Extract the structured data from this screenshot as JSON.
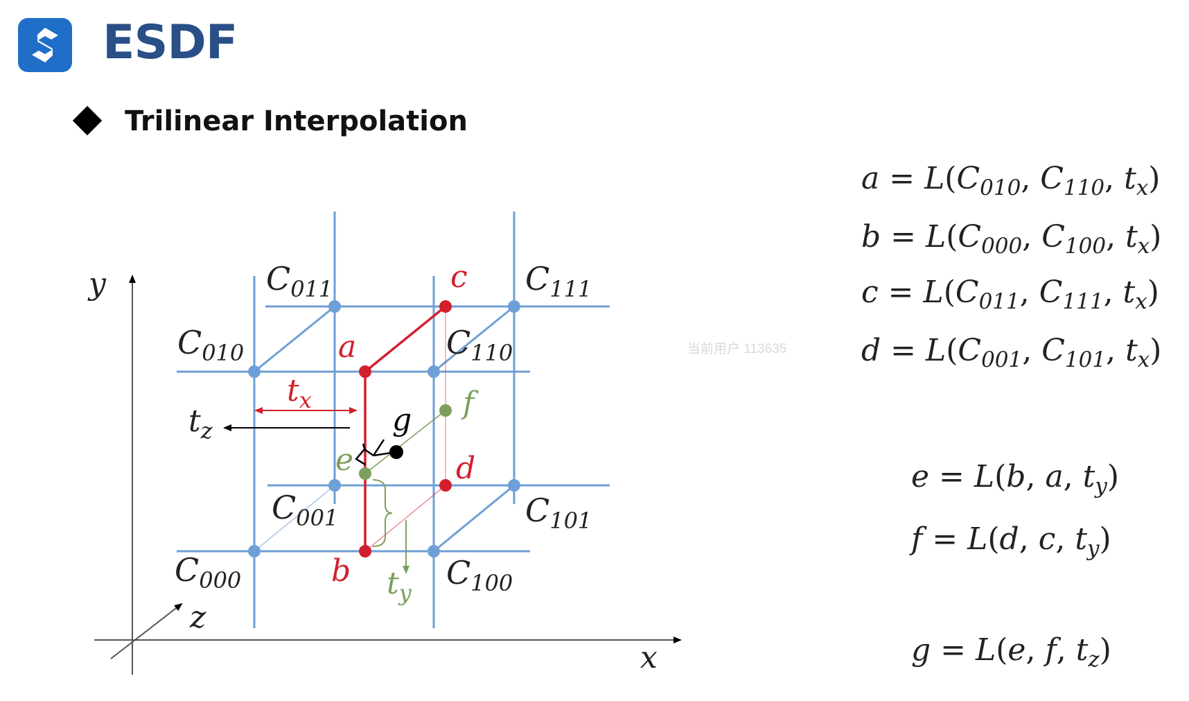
{
  "header": {
    "title": "ESDF",
    "logo_icon": "s-logo-icon",
    "logo_color": "#1f6fc9",
    "title_color": "#2a4f86"
  },
  "section": {
    "bullet_icon": "diamond-bullet-icon",
    "heading": "Trilinear Interpolation"
  },
  "watermark": "当前用户 113635",
  "diagram": {
    "axes": {
      "x": "x",
      "y": "y",
      "z": "z"
    },
    "corners": {
      "c000": {
        "main": "C",
        "sub": "000"
      },
      "c001": {
        "main": "C",
        "sub": "001"
      },
      "c010": {
        "main": "C",
        "sub": "010"
      },
      "c011": {
        "main": "C",
        "sub": "011"
      },
      "c100": {
        "main": "C",
        "sub": "100"
      },
      "c101": {
        "main": "C",
        "sub": "101"
      },
      "c110": {
        "main": "C",
        "sub": "110"
      },
      "c111": {
        "main": "C",
        "sub": "111"
      }
    },
    "points": {
      "a": "a",
      "b": "b",
      "c": "c",
      "d": "d",
      "e": "e",
      "f": "f",
      "g": "g"
    },
    "params": {
      "tx": {
        "main": "t",
        "sub": "x"
      },
      "ty": {
        "main": "t",
        "sub": "y"
      },
      "tz": {
        "main": "t",
        "sub": "z"
      }
    },
    "colors": {
      "grid": "#6e9fd6",
      "red": "#d21f2e",
      "green": "#7ba05b",
      "black": "#000000"
    }
  },
  "equations": [
    {
      "lhs": "a",
      "fn": "L",
      "args": [
        {
          "m": "C",
          "s": "010"
        },
        {
          "m": "C",
          "s": "110"
        },
        {
          "m": "t",
          "s": "x"
        }
      ]
    },
    {
      "lhs": "b",
      "fn": "L",
      "args": [
        {
          "m": "C",
          "s": "000"
        },
        {
          "m": "C",
          "s": "100"
        },
        {
          "m": "t",
          "s": "x"
        }
      ]
    },
    {
      "lhs": "c",
      "fn": "L",
      "args": [
        {
          "m": "C",
          "s": "011"
        },
        {
          "m": "C",
          "s": "111"
        },
        {
          "m": "t",
          "s": "x"
        }
      ]
    },
    {
      "lhs": "d",
      "fn": "L",
      "args": [
        {
          "m": "C",
          "s": "001"
        },
        {
          "m": "C",
          "s": "101"
        },
        {
          "m": "t",
          "s": "x"
        }
      ]
    },
    {
      "lhs": "e",
      "fn": "L",
      "args": [
        {
          "m": "b",
          "s": ""
        },
        {
          "m": "a",
          "s": ""
        },
        {
          "m": "t",
          "s": "y"
        }
      ]
    },
    {
      "lhs": "f",
      "fn": "L",
      "args": [
        {
          "m": "d",
          "s": ""
        },
        {
          "m": "c",
          "s": ""
        },
        {
          "m": "t",
          "s": "y"
        }
      ]
    },
    {
      "lhs": "g",
      "fn": "L",
      "args": [
        {
          "m": "e",
          "s": ""
        },
        {
          "m": "f",
          "s": ""
        },
        {
          "m": "t",
          "s": "z"
        }
      ]
    }
  ]
}
